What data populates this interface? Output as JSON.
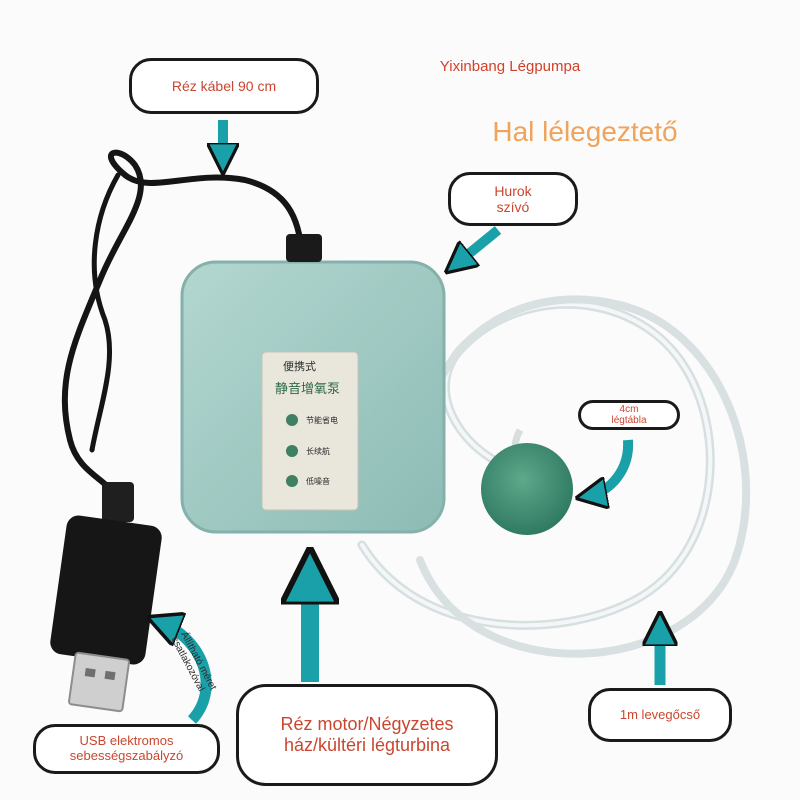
{
  "header": {
    "brand": "Yixinbang Légpumpa",
    "headline": "Hal lélegeztető"
  },
  "callouts": {
    "copper_cable": "Réz kábel 90 cm",
    "hook": "Hurok szívó",
    "airstone": "4cm légtábla",
    "usb_regulator": "USB elektromos sebességszabályzó",
    "adjustable_note": "Állítható méret csatlakozóval",
    "motor": "Réz motor/Négyzetes ház/kültéri légturbina",
    "air_tube": "1m levegőcső"
  },
  "pump_label": {
    "line1": "便携式",
    "line2": "静音增氧泵",
    "row1": "节能省电",
    "row2": "长续航",
    "row3": "低噪音"
  },
  "colors": {
    "arrow": "#1aa0a8",
    "pump_body": "#9fc9c3",
    "callout_text": "#c9472f",
    "headline": "#f0a35c"
  }
}
